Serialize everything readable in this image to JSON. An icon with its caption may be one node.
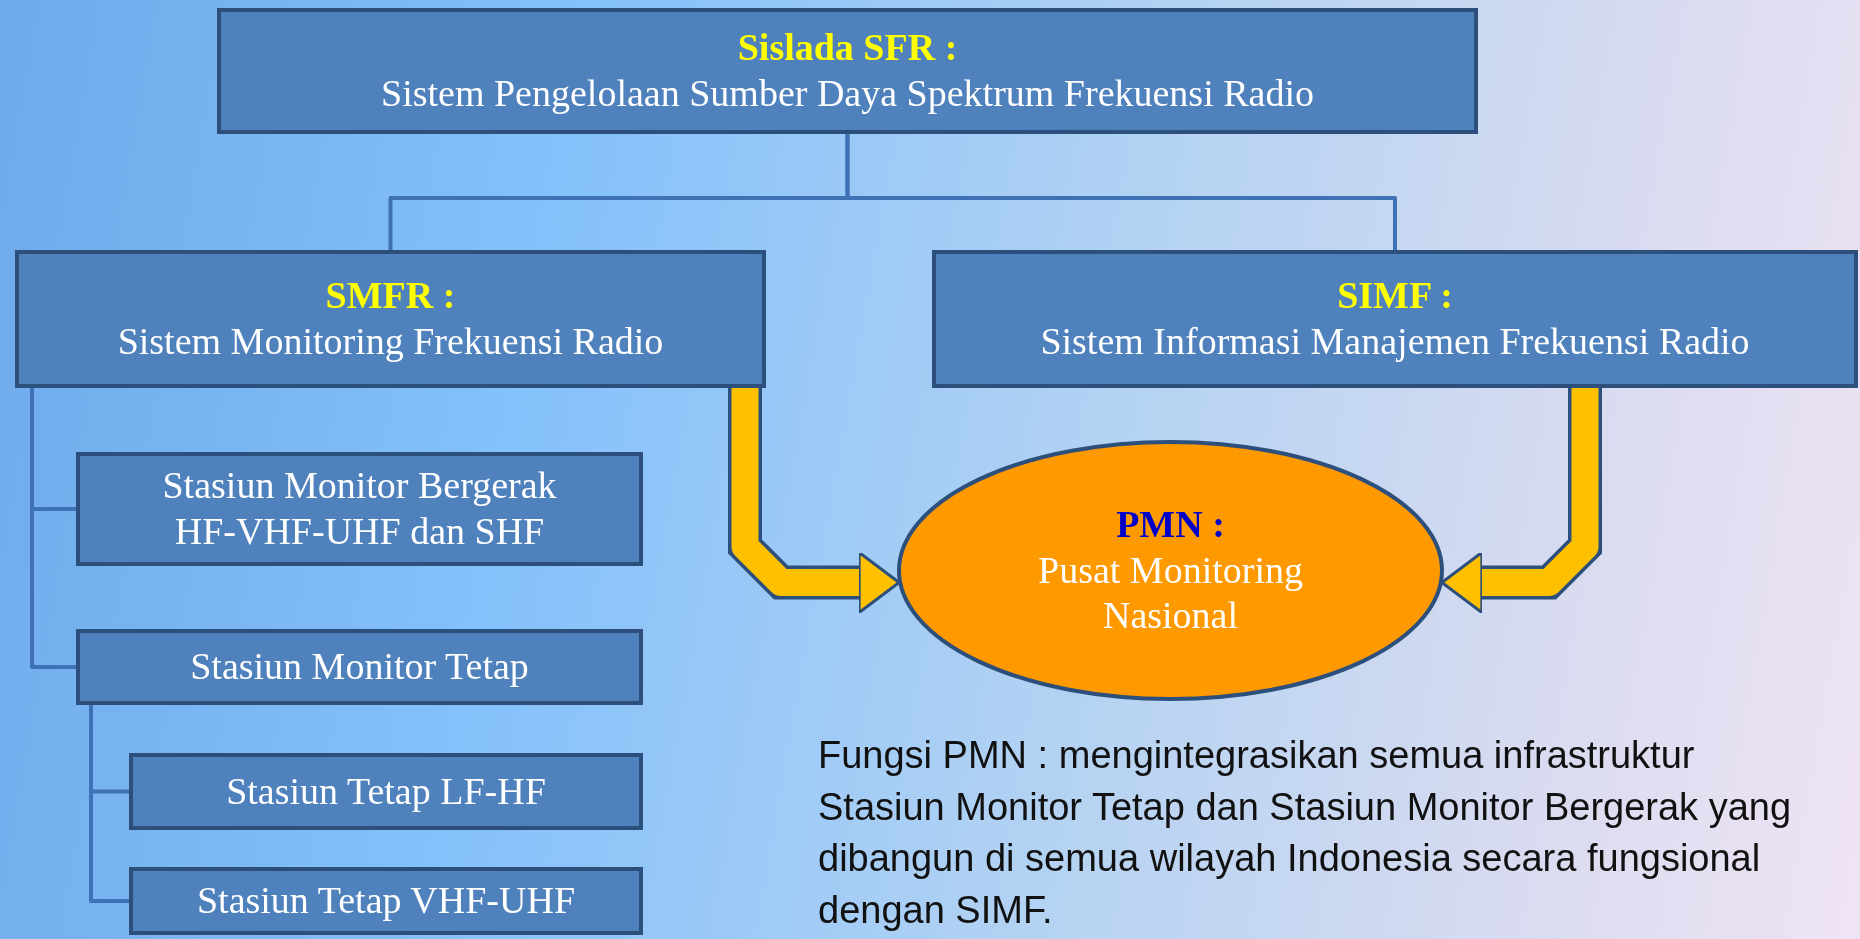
{
  "diagram": {
    "nodes": [
      {
        "text": [
          "Sislada SFR :",
          "Sistem Pengelolaan Sumber Daya Spektrum Frekuensi Radio"
        ]
      },
      {
        "text": [
          "SMFR :",
          "Sistem Monitoring Frekuensi Radio"
        ]
      },
      {
        "text": [
          "SIMF :",
          "Sistem Informasi Manajemen Frekuensi Radio"
        ]
      },
      {
        "text": [
          "Stasiun Monitor Bergerak HF-VHF-UHF dan SHF"
        ]
      },
      {
        "text": [
          "Stasiun Monitor Tetap"
        ]
      },
      {
        "text": [
          "Stasiun Tetap LF-HF"
        ]
      },
      {
        "text": [
          "Stasiun Tetap VHF-UHF"
        ]
      },
      {
        "text": [
          "PMN :",
          "Pusat Monitoring Nasional"
        ]
      }
    ],
    "edges": [
      {
        "from": 0,
        "to": 1,
        "arrow": "none"
      },
      {
        "from": 0,
        "to": 2,
        "arrow": "none"
      },
      {
        "from": 1,
        "to": 3,
        "arrow": "none"
      },
      {
        "from": 1,
        "to": 4,
        "arrow": "none"
      },
      {
        "from": 4,
        "to": 5,
        "arrow": "none"
      },
      {
        "from": 4,
        "to": 6,
        "arrow": "none"
      },
      {
        "from": 1,
        "to": 7,
        "arrow": "to",
        "style": "thick",
        "color": "#ffc000"
      },
      {
        "from": 2,
        "to": 7,
        "arrow": "to",
        "style": "thick",
        "color": "#ffc000"
      }
    ],
    "labels": [
      "Fungsi PMN : mengintegrasikan semua infrastruktur Stasiun Monitor Tetap dan Stasiun Monitor Bergerak yang dibangun di semua wilayah Indonesia secara fungsional dengan SIMF."
    ]
  }
}
